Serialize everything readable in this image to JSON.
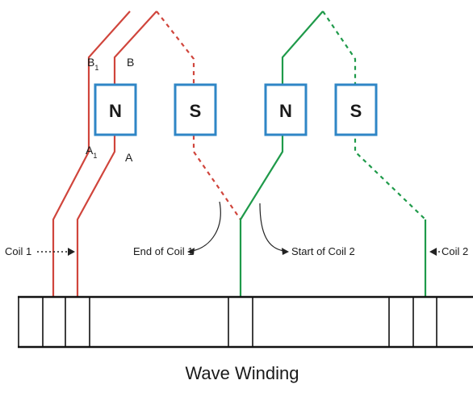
{
  "diagram": {
    "caption": "Wave Winding",
    "poles": [
      {
        "letter": "N"
      },
      {
        "letter": "S"
      },
      {
        "letter": "N"
      },
      {
        "letter": "S"
      }
    ],
    "terminals": {
      "b1_main": "B",
      "b1_sub": "1",
      "b": "B",
      "a1_main": "A",
      "a1_sub": "1",
      "a": "A"
    },
    "labels": {
      "coil1": "Coil 1",
      "coil2": "Coil 2",
      "end_of_coil1": "End of Coil 1",
      "start_of_coil2": "Start of Coil 2"
    },
    "colors": {
      "coil1": "#d0453c",
      "coil2": "#1f9a4a",
      "pole_outline": "#2f86c6"
    }
  }
}
